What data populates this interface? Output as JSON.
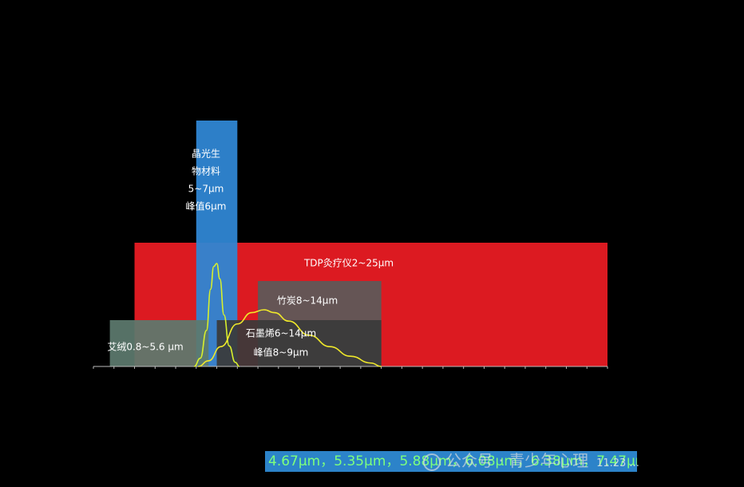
{
  "chart_data": {
    "type": "bar",
    "xlim": [
      0,
      25
    ],
    "tick_step": 1,
    "bands": [
      {
        "name": "TDP灸疗仪",
        "label": "TDP灸疗仪2~25μm",
        "start": 2,
        "end": 25,
        "color": "#ed1c24"
      },
      {
        "name": "晶光生物材料",
        "label_lines": [
          "晶光生",
          "物材料",
          "5~7μm",
          "峰值6μm"
        ],
        "start": 5,
        "end": 7,
        "peak": 6,
        "color": "#2f86d3"
      },
      {
        "name": "竹炭",
        "label": "竹炭8~14μm",
        "start": 8,
        "end": 14,
        "color": "#5a5a5a"
      },
      {
        "name": "艾绒",
        "label": "艾绒0.8~5.6 μm",
        "start": 0.8,
        "end": 5.6,
        "color": "#5c7a6e"
      },
      {
        "name": "石墨烯",
        "label_lines": [
          "石墨烯6~14μm",
          "峰值8~9μm"
        ],
        "start": 6,
        "end": 14,
        "peak": [
          8,
          9
        ],
        "color": "#3a3a3a"
      }
    ],
    "curves": [
      {
        "name": "晶光生物材料",
        "color": "#d8f02c",
        "peak_x": 6,
        "x": [
          4.9,
          5.2,
          5.5,
          5.7,
          5.85,
          6.0,
          6.15,
          6.35,
          6.6,
          6.9,
          7.1
        ],
        "y": [
          0.0,
          0.08,
          0.35,
          0.75,
          0.97,
          1.0,
          0.85,
          0.5,
          0.2,
          0.04,
          0.0
        ]
      },
      {
        "name": "石墨烯",
        "color": "#f0e92a",
        "peak_x": 8.5,
        "x": [
          5.1,
          5.6,
          6.2,
          7.0,
          7.7,
          8.3,
          8.8,
          9.5,
          10.5,
          11.5,
          12.5,
          13.5,
          14.0
        ],
        "y": [
          0.0,
          0.1,
          0.35,
          0.75,
          0.95,
          1.0,
          0.95,
          0.8,
          0.55,
          0.35,
          0.18,
          0.06,
          0.0
        ]
      }
    ]
  },
  "banner": {
    "text": "4.67μm，5.35μm，5.88μm，6.08μm，6.38μm，7.47μm"
  },
  "watermark": {
    "text": "公众号 · 青少年心理",
    "small": "11.23 ..."
  }
}
